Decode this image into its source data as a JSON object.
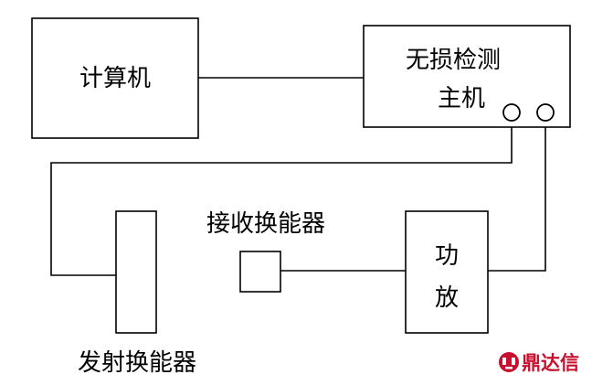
{
  "nodes": {
    "computer": {
      "label": "计算机"
    },
    "ndt_host": {
      "line1": "无损检测",
      "line2": "主机"
    },
    "tx_transducer": {
      "label": "发射换能器"
    },
    "rx_transducer": {
      "label": "接收换能器"
    },
    "amplifier": {
      "line1": "功",
      "line2": "放"
    }
  },
  "brand": {
    "text": "鼎达信",
    "color": "#c8102e",
    "icon": "brand-logo-icon"
  },
  "colors": {
    "stroke": "#000000",
    "background": "#ffffff"
  }
}
